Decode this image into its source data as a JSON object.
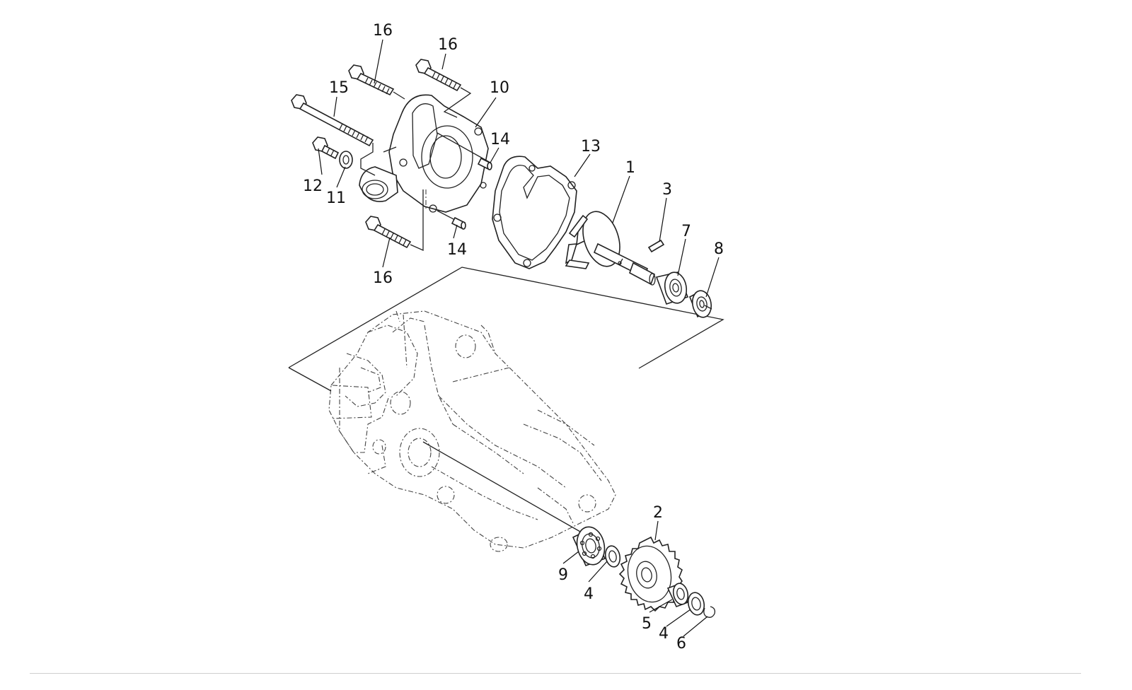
{
  "callouts": {
    "c1": "1",
    "c2": "2",
    "c3": "3",
    "c4a": "4",
    "c4b": "4",
    "c5": "5",
    "c6": "6",
    "c7": "7",
    "c8": "8",
    "c9": "9",
    "c10": "10",
    "c11": "11",
    "c12": "12",
    "c13": "13",
    "c14a": "14",
    "c14b": "14",
    "c15": "15",
    "c16a": "16",
    "c16b": "16",
    "c16c": "16"
  }
}
